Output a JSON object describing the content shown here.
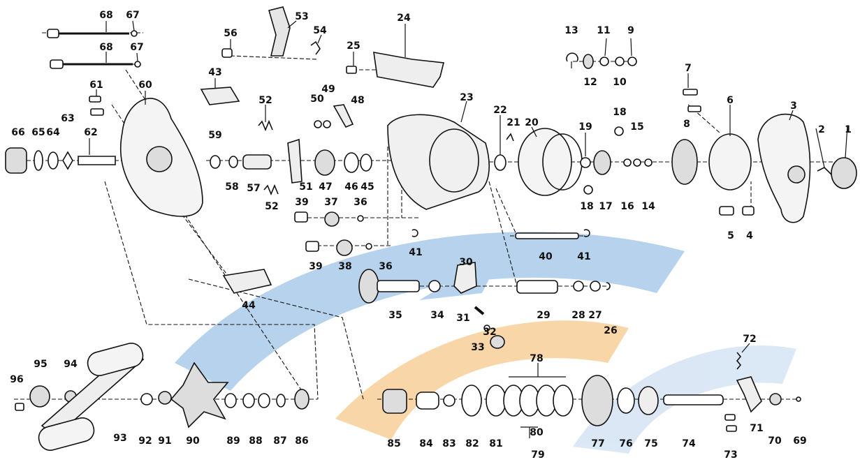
{
  "watermark_colors": {
    "blue": "#9ec3e6",
    "orange": "#f6c98a",
    "light_blue": "#cfe0f1"
  },
  "ink_color": "#111111",
  "labels": [
    {
      "t": "68"
    },
    {
      "t": "67"
    },
    {
      "t": "68"
    },
    {
      "t": "67"
    },
    {
      "t": "61"
    },
    {
      "t": "60"
    },
    {
      "t": "66"
    },
    {
      "t": "65"
    },
    {
      "t": "64"
    },
    {
      "t": "63"
    },
    {
      "t": "62"
    },
    {
      "t": "56"
    },
    {
      "t": "53"
    },
    {
      "t": "54"
    },
    {
      "t": "43"
    },
    {
      "t": "52"
    },
    {
      "t": "59"
    },
    {
      "t": "58"
    },
    {
      "t": "57"
    },
    {
      "t": "51"
    },
    {
      "t": "52"
    },
    {
      "t": "25"
    },
    {
      "t": "24"
    },
    {
      "t": "50"
    },
    {
      "t": "49"
    },
    {
      "t": "48"
    },
    {
      "t": "47"
    },
    {
      "t": "46"
    },
    {
      "t": "45"
    },
    {
      "t": "39"
    },
    {
      "t": "37"
    },
    {
      "t": "36"
    },
    {
      "t": "41"
    },
    {
      "t": "39"
    },
    {
      "t": "38"
    },
    {
      "t": "36"
    },
    {
      "t": "44"
    },
    {
      "t": "23"
    },
    {
      "t": "22"
    },
    {
      "t": "21"
    },
    {
      "t": "20"
    },
    {
      "t": "40"
    },
    {
      "t": "41"
    },
    {
      "t": "30"
    },
    {
      "t": "35"
    },
    {
      "t": "34"
    },
    {
      "t": "31"
    },
    {
      "t": "32"
    },
    {
      "t": "33"
    },
    {
      "t": "29"
    },
    {
      "t": "28"
    },
    {
      "t": "27"
    },
    {
      "t": "26"
    },
    {
      "t": "13"
    },
    {
      "t": "11"
    },
    {
      "t": "9"
    },
    {
      "t": "12"
    },
    {
      "t": "10"
    },
    {
      "t": "19"
    },
    {
      "t": "18"
    },
    {
      "t": "17"
    },
    {
      "t": "16"
    },
    {
      "t": "15"
    },
    {
      "t": "14"
    },
    {
      "t": "18"
    },
    {
      "t": "7"
    },
    {
      "t": "6"
    },
    {
      "t": "8"
    },
    {
      "t": "5"
    },
    {
      "t": "4"
    },
    {
      "t": "3"
    },
    {
      "t": "2"
    },
    {
      "t": "1"
    },
    {
      "t": "96"
    },
    {
      "t": "95"
    },
    {
      "t": "94"
    },
    {
      "t": "93"
    },
    {
      "t": "92"
    },
    {
      "t": "91"
    },
    {
      "t": "90"
    },
    {
      "t": "89"
    },
    {
      "t": "88"
    },
    {
      "t": "87"
    },
    {
      "t": "86"
    },
    {
      "t": "85"
    },
    {
      "t": "84"
    },
    {
      "t": "83"
    },
    {
      "t": "82"
    },
    {
      "t": "81"
    },
    {
      "t": "78"
    },
    {
      "t": "80"
    },
    {
      "t": "79"
    },
    {
      "t": "77"
    },
    {
      "t": "76"
    },
    {
      "t": "75"
    },
    {
      "t": "74"
    },
    {
      "t": "72"
    },
    {
      "t": "71"
    },
    {
      "t": "73"
    },
    {
      "t": "70"
    },
    {
      "t": "69"
    }
  ]
}
